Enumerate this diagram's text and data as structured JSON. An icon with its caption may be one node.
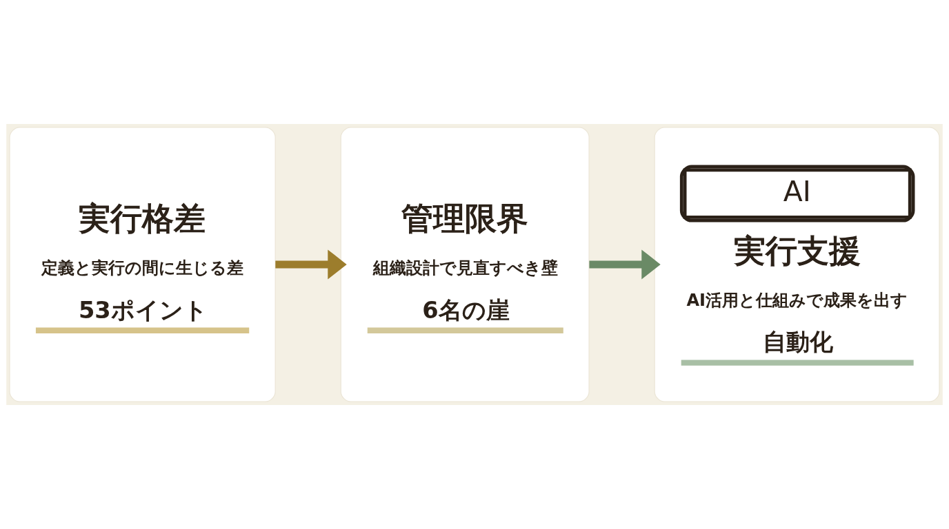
{
  "diagram": {
    "nodes": [
      {
        "text": [
          "実行格差",
          "定義と実行の間に生じる差",
          "53ポイント"
        ]
      },
      {
        "text": [
          "管理限界",
          "組織設計で見直すべき壁",
          "6名の崖"
        ]
      },
      {
        "text": [
          "AI",
          "実行支援",
          "AI活用と仕組みで成果を出す",
          "自動化"
        ]
      }
    ],
    "edges": [
      {
        "from": 0,
        "to": 1,
        "arrow": "to",
        "color": "#9c7d2c"
      },
      {
        "from": 1,
        "to": 2,
        "arrow": "to",
        "color": "#6a8a66"
      }
    ]
  }
}
